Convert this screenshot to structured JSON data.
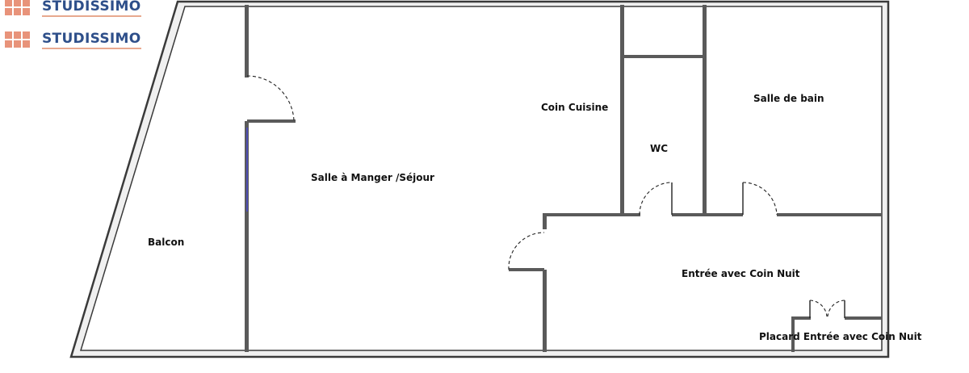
{
  "brand": {
    "logo_text_top": "STUDISSIMO",
    "logo_text_bottom": "STUDISSIMO",
    "accent_color": "#e8937a",
    "text_color": "#2e4f8a"
  },
  "rooms": {
    "coin_cuisine": "Coin Cuisine",
    "salle_de_bain": "Salle de bain",
    "wc": "WC",
    "sejour": "Salle à Manger /Séjour",
    "balcon": "Balcon",
    "entree": "Entrée avec Coin Nuit",
    "placard": "Placard Entrée avec Coin Nuit"
  }
}
